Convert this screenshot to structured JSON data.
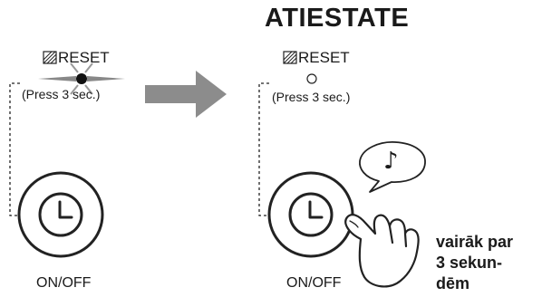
{
  "title": "ATIESTATE",
  "left_panel": {
    "reset_label": "RESET",
    "press_label": "(Press 3 sec.)",
    "onoff_label": "ON/OFF"
  },
  "right_panel": {
    "reset_label": "RESET",
    "press_label": "(Press 3 sec.)",
    "onoff_label": "ON/OFF",
    "note_lines": [
      "vairāk par",
      "3 sekun-",
      "dēm"
    ],
    "speech_symbol": "♪"
  },
  "icons": [
    "reset-hatch-icon",
    "led-blinking-icon",
    "led-off-icon",
    "arrow-right-icon",
    "clock-icon",
    "speech-bubble-icon",
    "hand-pressing-icon"
  ]
}
